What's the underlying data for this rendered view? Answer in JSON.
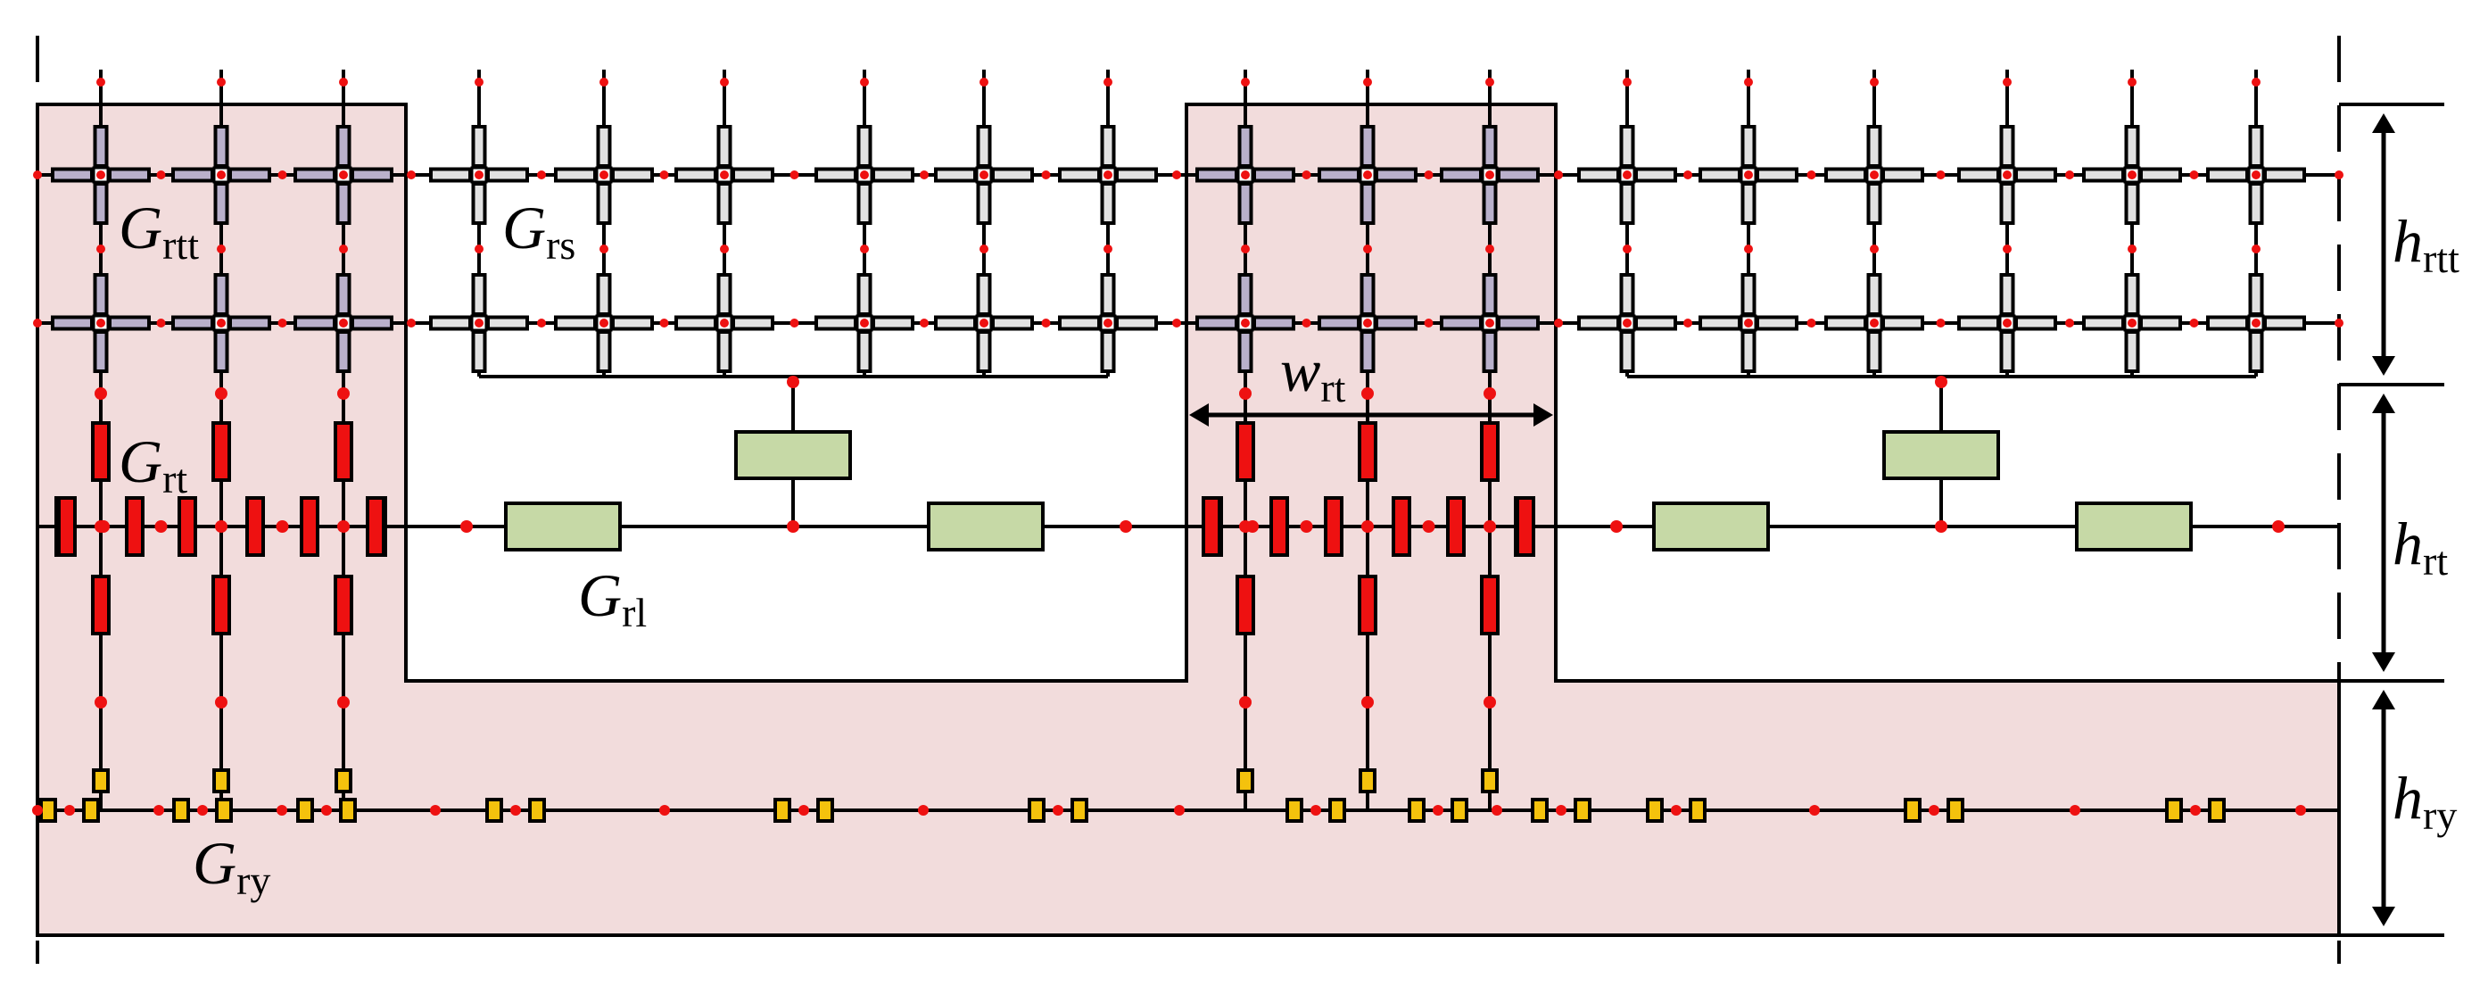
{
  "labels": {
    "g_rtt": {
      "main": "G",
      "sub": "rtt"
    },
    "g_rs": {
      "main": "G",
      "sub": "rs"
    },
    "g_rt": {
      "main": "G",
      "sub": "rt"
    },
    "g_rl": {
      "main": "G",
      "sub": "rl"
    },
    "g_ry": {
      "main": "G",
      "sub": "ry"
    },
    "w_rt": {
      "main": "w",
      "sub": "rt"
    },
    "h_rtt": {
      "main": "h",
      "sub": "rtt"
    },
    "h_rt": {
      "main": "h",
      "sub": "rt"
    },
    "h_ry": {
      "main": "h",
      "sub": "ry"
    }
  },
  "colors": {
    "tooth_region_fill": "#f2dcdc",
    "node": "#ee1111",
    "tooth_element": "#ee1111",
    "tooth_tip_element": "#b9b0cb",
    "slot_element": "#e1e1e1",
    "leakage_element": "#c6d9a6",
    "yoke_element": "#f4c20d",
    "line": "#000000"
  }
}
